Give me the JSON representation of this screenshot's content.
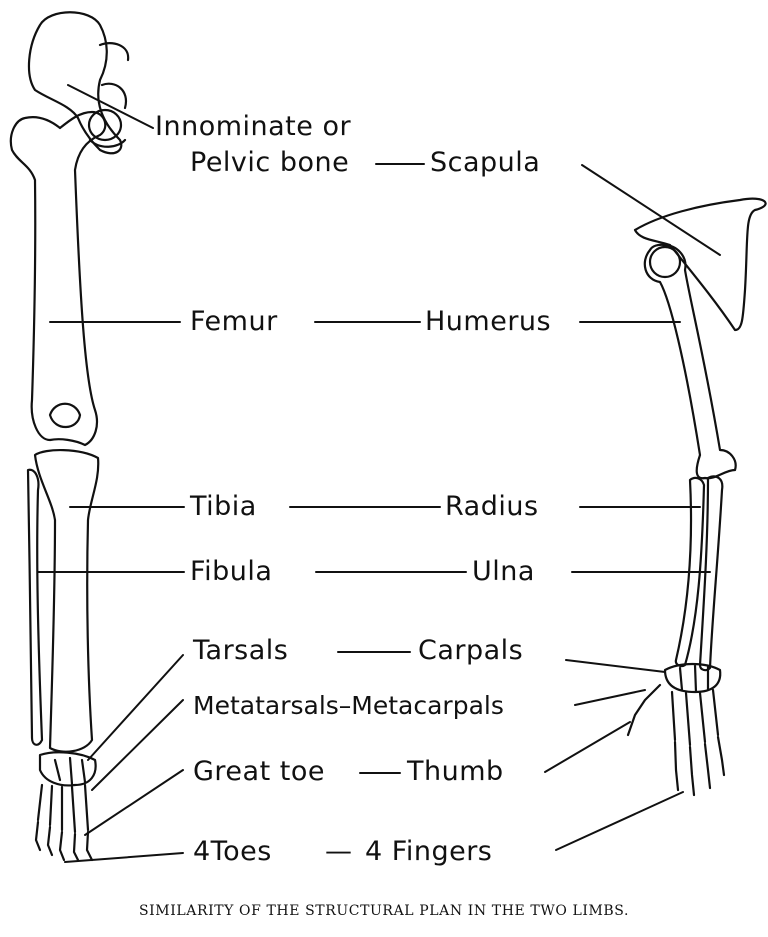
{
  "labels": {
    "innominate": "Innominate or",
    "pelvic": "Pelvic bone",
    "scapula": "Scapula",
    "femur": "Femur",
    "humerus": "Humerus",
    "tibia": "Tibia",
    "radius": "Radius",
    "fibula": "Fibula",
    "ulna": "Ulna",
    "tarsals": "Tarsals",
    "carpals": "Carpals",
    "metatarsals": "Metatarsals",
    "metacarpals": "Metacarpals",
    "metadash": "–",
    "great_toe": "Great toe",
    "thumb": "Thumb",
    "toes": "4Toes",
    "fingers": "4 Fingers",
    "dash": "—"
  },
  "caption": "SIMILARITY OF THE STRUCTURAL PLAN IN THE TWO LIMBS."
}
